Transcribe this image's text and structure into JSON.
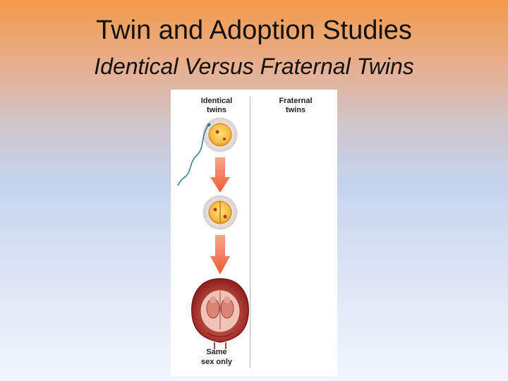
{
  "slide": {
    "title": "Twin and Adoption Studies",
    "subtitle": "Identical Versus Fraternal Twins"
  },
  "figure": {
    "left_column_heading": "Identical\ntwins",
    "right_column_heading": "Fraternal\ntwins",
    "left_column_footer": "Same\nsex only"
  },
  "colors": {
    "arrow": "#f0663f",
    "egg_yellow": "#f6c94a",
    "sperm": "#2a7e93",
    "uterus": "#a32a24"
  }
}
